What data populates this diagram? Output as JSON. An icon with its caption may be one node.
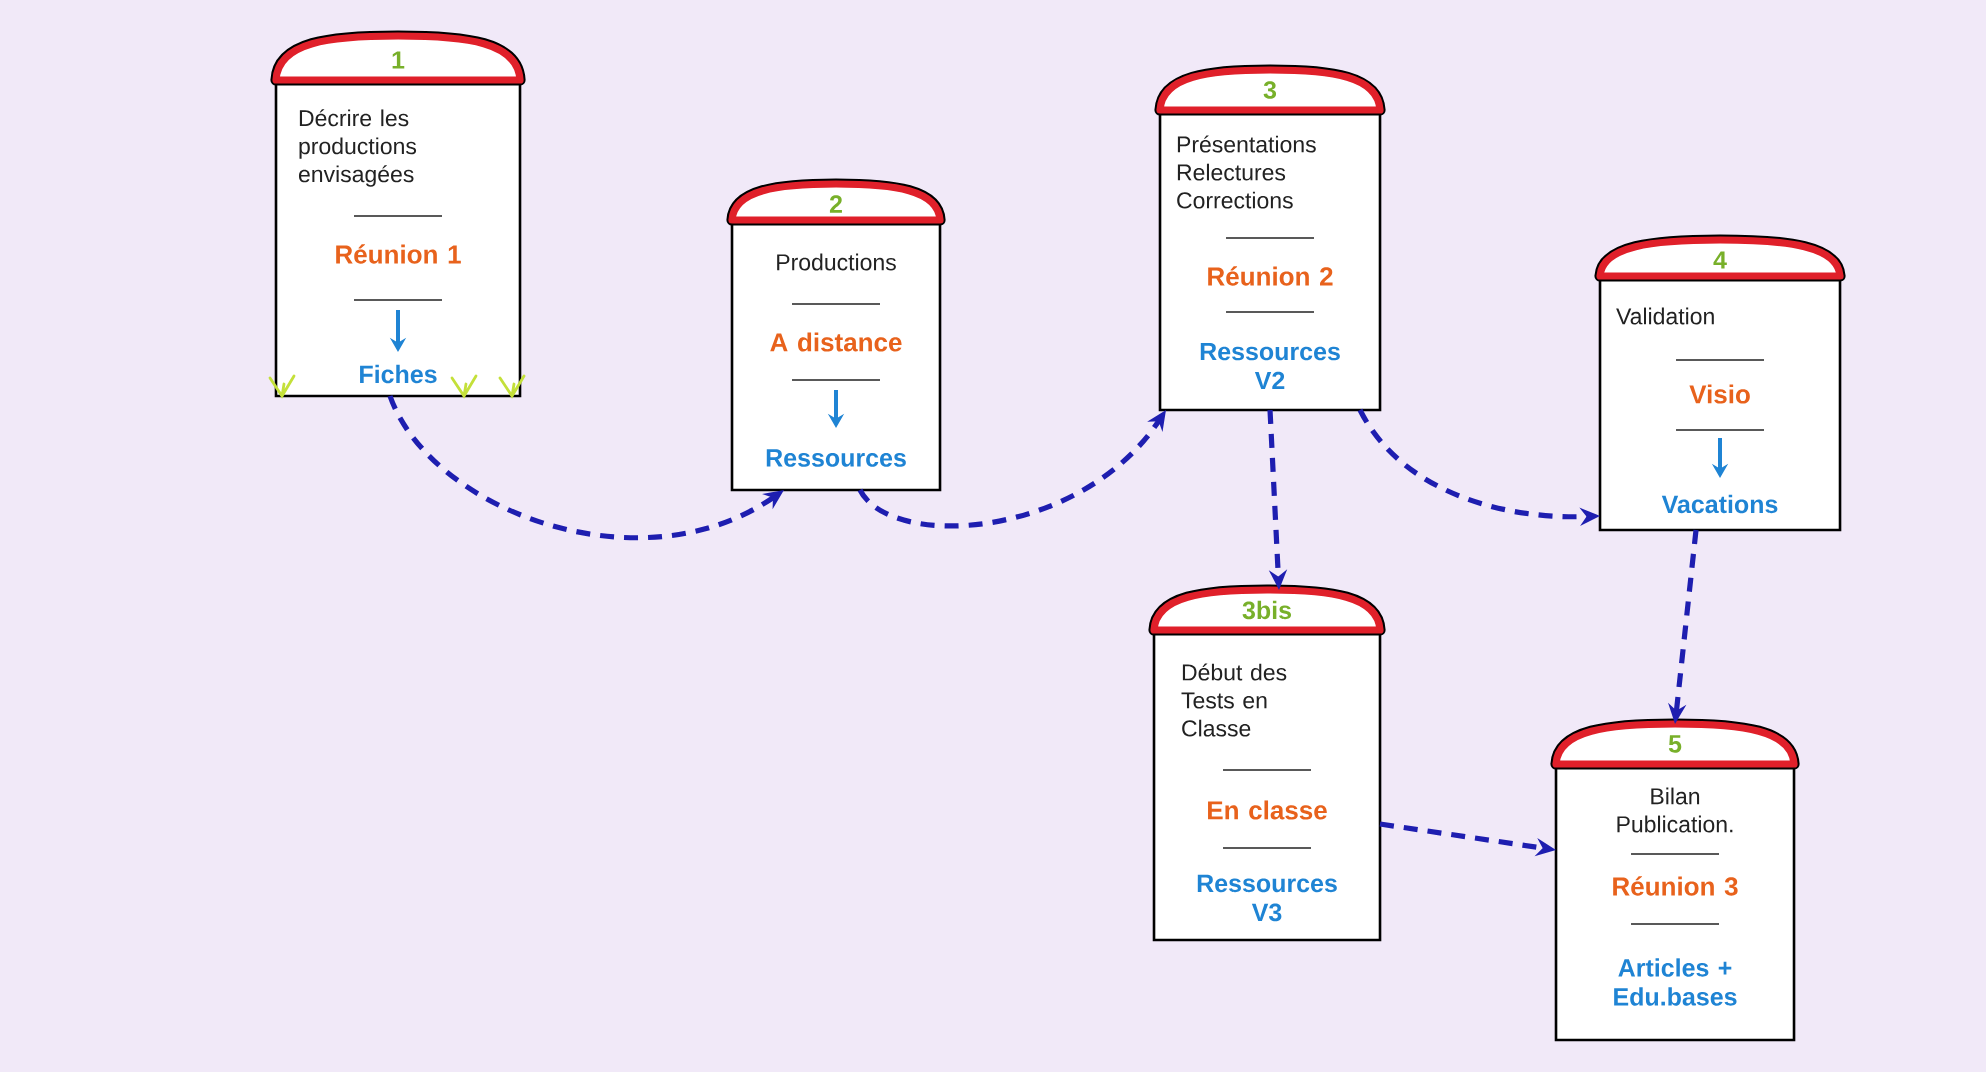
{
  "diagram": {
    "nodes": [
      {
        "text": [
          "1",
          "Décrire les productions envisagées",
          "Réunion 1",
          "Fiches"
        ]
      },
      {
        "text": [
          "2",
          "Productions",
          "A distance",
          "Ressources"
        ]
      },
      {
        "text": [
          "3",
          "Présentations Relectures Corrections",
          "Réunion 2",
          "Ressources V2"
        ]
      },
      {
        "text": [
          "4",
          "Validation",
          "Visio",
          "Vacations"
        ]
      },
      {
        "text": [
          "3bis",
          "Début des Tests en Classe",
          "En classe",
          "Ressources V3"
        ]
      },
      {
        "text": [
          "5",
          "Bilan Publication.",
          "Réunion 3",
          "Articles + Edu.bases"
        ]
      }
    ],
    "edges": [
      {
        "from": 0,
        "to": 1,
        "arrow": "to",
        "style": "dashed"
      },
      {
        "from": 1,
        "to": 2,
        "arrow": "to",
        "style": "dashed"
      },
      {
        "from": 2,
        "to": 4,
        "arrow": "to",
        "style": "dashed"
      },
      {
        "from": 2,
        "to": 3,
        "arrow": "to",
        "style": "dashed"
      },
      {
        "from": 4,
        "to": 5,
        "arrow": "to",
        "style": "dashed"
      },
      {
        "from": 3,
        "to": 5,
        "arrow": "to",
        "style": "dashed"
      }
    ]
  }
}
